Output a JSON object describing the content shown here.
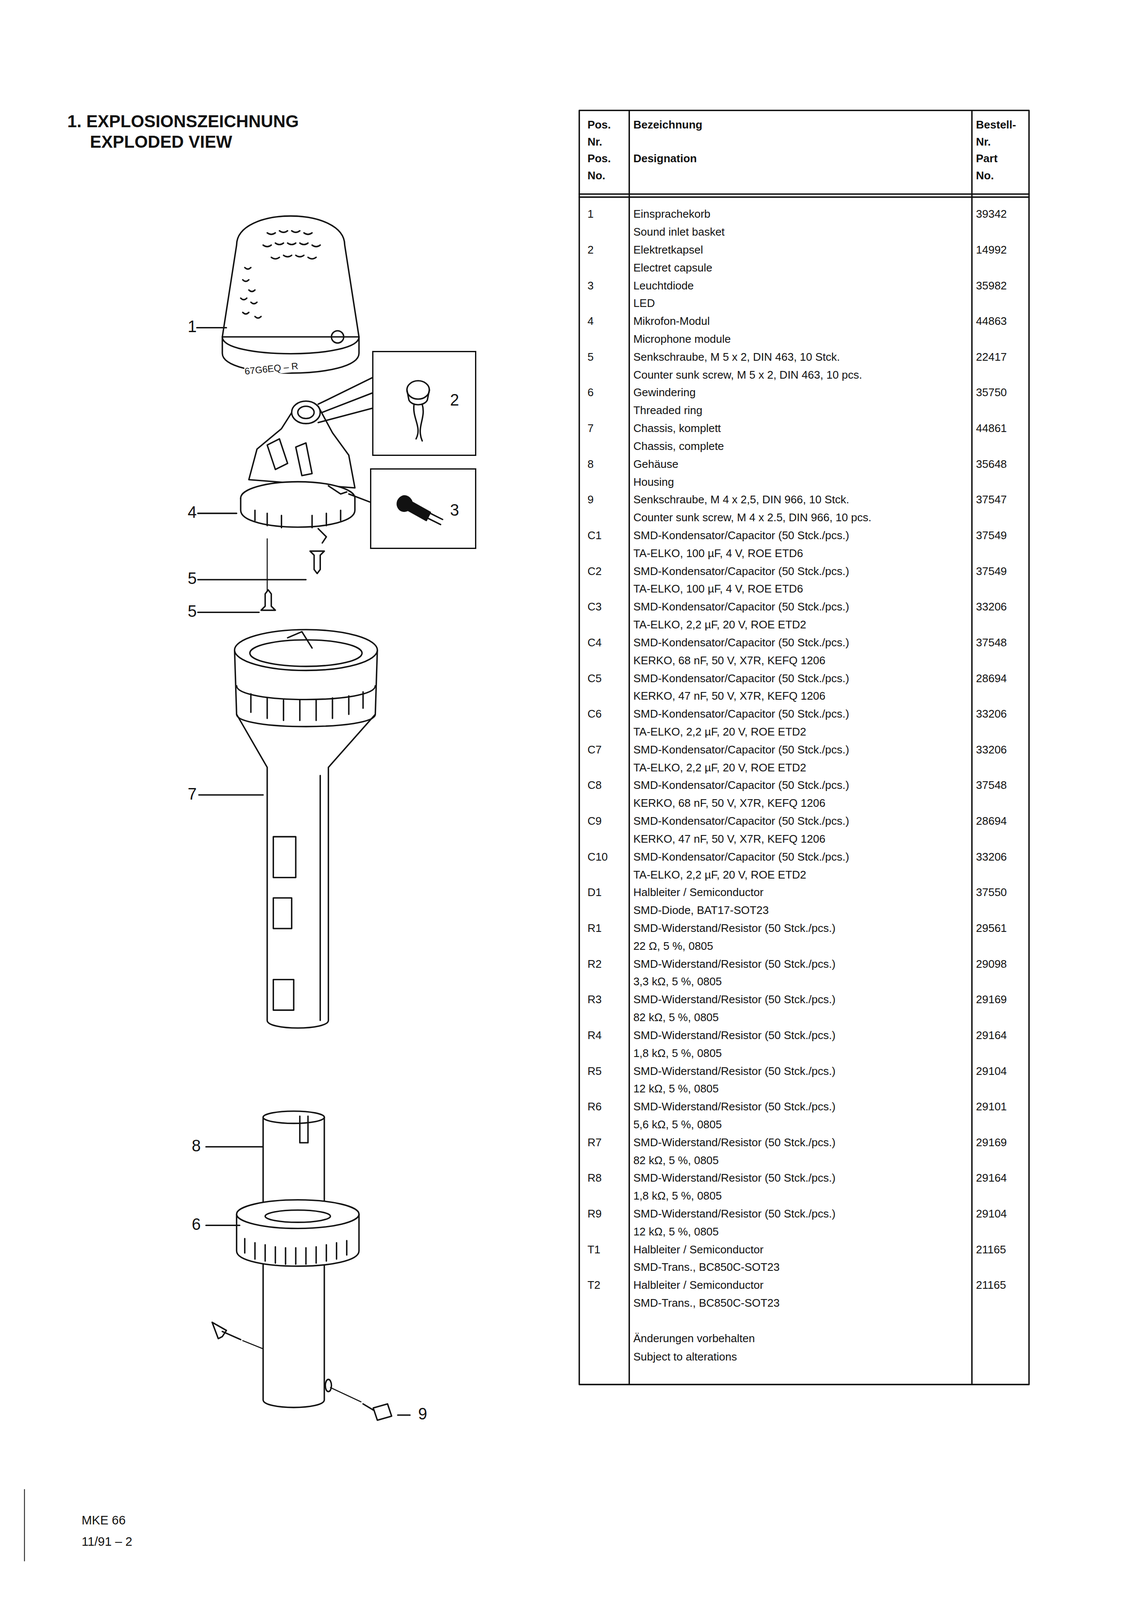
{
  "diagram": {
    "title": "1. EXPLOSIONSZEICHNUNG EXPLODED VIEW",
    "nodes": [
      {
        "text": [
          "2"
        ]
      },
      {
        "text": [
          "3"
        ]
      }
    ],
    "labels": [
      "1",
      "4",
      "5",
      "5",
      "7",
      "8",
      "6",
      "9",
      "67G6EQ – R",
      "Pos. Nr.",
      "Pos. No.",
      "Bezeichnung",
      "Designation",
      "Bestell- Nr.",
      "Part No.",
      "1",
      "Einsprachekorb",
      "Sound inlet basket",
      "39342",
      "2",
      "Elektretkapsel",
      "Electret capsule",
      "14992",
      "3",
      "Leuchtdiode",
      "LED",
      "35982",
      "4",
      "Mikrofon-Modul",
      "Microphone module",
      "44863",
      "5",
      "Senkschraube, M 5 x 2, DIN 463, 10 Stck.",
      "Counter sunk screw, M 5 x 2, DIN 463, 10 pcs.",
      "22417",
      "6",
      "Gewindering",
      "Threaded ring",
      "35750",
      "7",
      "Chassis, komplett",
      "Chassis, complete",
      "44861",
      "8",
      "Gehäuse",
      "Housing",
      "35648",
      "9",
      "Senkschraube, M 4 x 2,5, DIN 966, 10 Stck.",
      "Counter sunk screw, M 4 x 2.5, DIN 966, 10 pcs.",
      "37547",
      "C1",
      "SMD-Kondensator/Capacitor (50 Stck./pcs.)",
      "TA-ELKO, 100 µF, 4 V, ROE ETD6",
      "37549",
      "C2",
      "SMD-Kondensator/Capacitor (50 Stck./pcs.)",
      "TA-ELKO, 100 µF, 4 V, ROE ETD6",
      "37549",
      "C3",
      "SMD-Kondensator/Capacitor (50 Stck./pcs.)",
      "TA-ELKO, 2,2 µF, 20 V, ROE ETD2",
      "33206",
      "C4",
      "SMD-Kondensator/Capacitor (50 Stck./pcs.)",
      "KERKO, 68 nF, 50 V, X7R, KEFQ 1206",
      "37548",
      "C5",
      "SMD-Kondensator/Capacitor (50 Stck./pcs.)",
      "KERKO, 47 nF, 50 V, X7R, KEFQ 1206",
      "28694",
      "C6",
      "SMD-Kondensator/Capacitor (50 Stck./pcs.)",
      "TA-ELKO, 2,2 µF, 20 V, ROE ETD2",
      "33206",
      "C7",
      "SMD-Kondensator/Capacitor (50 Stck./pcs.)",
      "TA-ELKO, 2,2 µF, 20 V, ROE ETD2",
      "33206",
      "C8",
      "SMD-Kondensator/Capacitor (50 Stck./pcs.)",
      "KERKO, 68 nF, 50 V, X7R, KEFQ 1206",
      "37548",
      "C9",
      "SMD-Kondensator/Capacitor (50 Stck./pcs.)",
      "KERKO, 47 nF, 50 V, X7R, KEFQ 1206",
      "28694",
      "C10",
      "SMD-Kondensator/Capacitor (50 Stck./pcs.)",
      "TA-ELKO, 2,2 µF, 20 V, ROE ETD2",
      "33206",
      "D1",
      "Halbleiter / Semiconductor",
      "SMD-Diode, BAT17-SOT23",
      "37550",
      "R1",
      "SMD-Widerstand/Resistor (50 Stck./pcs.)",
      "22 Ω, 5 %, 0805",
      "29561",
      "R2",
      "SMD-Widerstand/Resistor (50 Stck./pcs.)",
      "3,3 kΩ, 5 %, 0805",
      "29098",
      "R3",
      "SMD-Widerstand/Resistor (50 Stck./pcs.)",
      "82 kΩ, 5 %, 0805",
      "29169",
      "R4",
      "SMD-Widerstand/Resistor (50 Stck./pcs.)",
      "1,8 kΩ, 5 %, 0805",
      "29164",
      "R5",
      "SMD-Widerstand/Resistor (50 Stck./pcs.)",
      "12 kΩ, 5 %, 0805",
      "29104",
      "R6",
      "SMD-Widerstand/Resistor (50 Stck./pcs.)",
      "5,6 kΩ, 5 %, 0805",
      "29101",
      "R7",
      "SMD-Widerstand/Resistor (50 Stck./pcs.)",
      "82 kΩ, 5 %, 0805",
      "29169",
      "R8",
      "SMD-Widerstand/Resistor (50 Stck./pcs.)",
      "1,8 kΩ, 5 %, 0805",
      "29164",
      "R9",
      "SMD-Widerstand/Resistor (50 Stck./pcs.)",
      "12 kΩ, 5 %, 0805",
      "29104",
      "T1",
      "Halbleiter / Semiconductor",
      "SMD-Trans., BC850C-SOT23",
      "21165",
      "T2",
      "Halbleiter / Semiconductor",
      "SMD-Trans., BC850C-SOT23",
      "21165",
      "Änderungen vorbehalten",
      "Subject to alterations",
      "MKE 66",
      "11/91 – 2"
    ]
  }
}
